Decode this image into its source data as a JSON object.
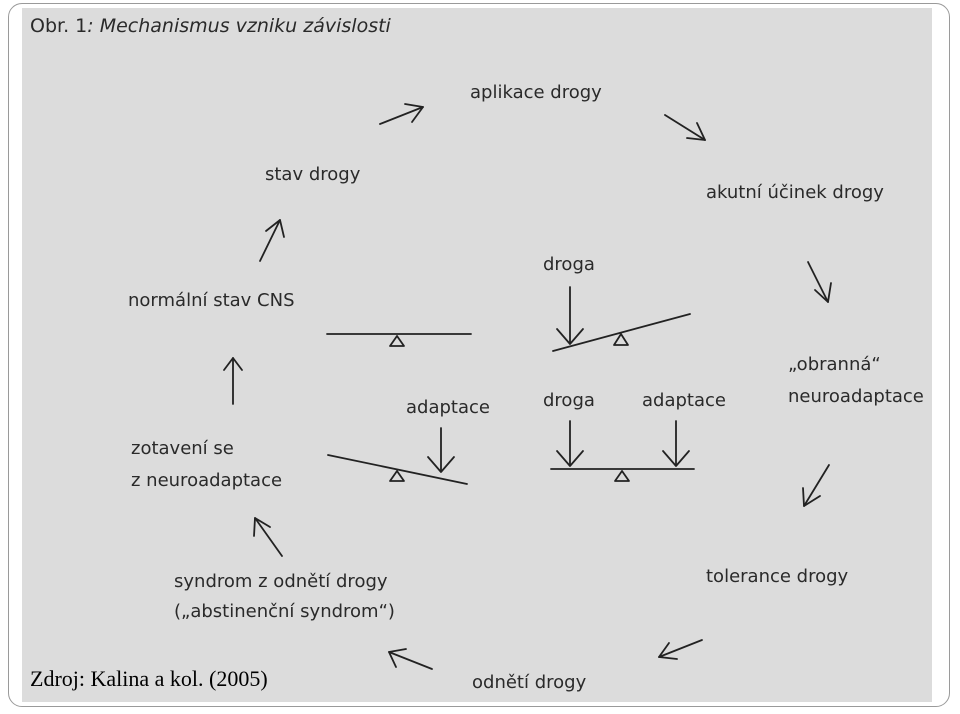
{
  "title": {
    "prefix": "Obr. 1",
    "text": ": Mechanismus vzniku závislosti"
  },
  "nodes": {
    "aplikace": "aplikace drogy",
    "akutni": "akutní účinek drogy",
    "obranna_1": "„obranná“",
    "obranna_2": "neuroadaptace",
    "tolerance": "tolerance drogy",
    "odneti": "odnětí drogy",
    "syndrom_1": "syndrom z odnětí drogy",
    "syndrom_2": "(„abstinenční syndrom“)",
    "zotaveni_1": "zotavení se",
    "zotaveni_2": "z neuroadaptace",
    "normalni": "normální stav CNS",
    "stav": "stav drogy"
  },
  "balance_labels": {
    "droga_top": "droga",
    "droga_mid": "droga",
    "adaptace_mid": "adaptace",
    "adaptace_left": "adaptace"
  },
  "source": "Zdroj: Kalina a kol. (2005)"
}
